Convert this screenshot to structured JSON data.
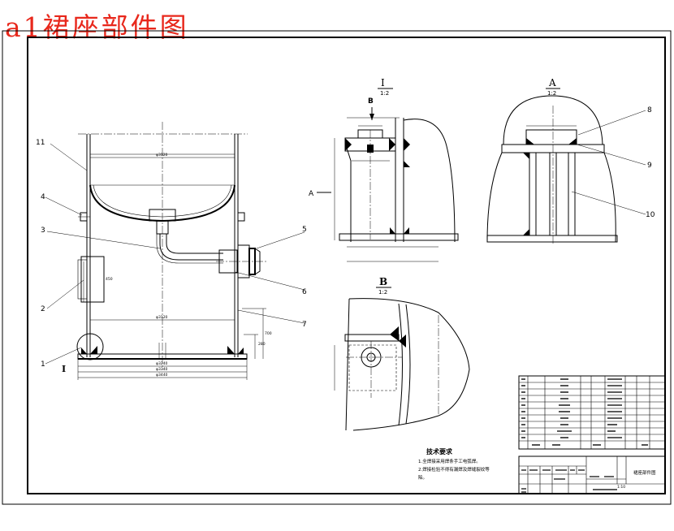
{
  "title": "a1裙座部件图",
  "views": {
    "section_1": {
      "label": "I",
      "scale": "1:2"
    },
    "view_a": {
      "label": "A",
      "scale": "1:2"
    },
    "view_b": {
      "label": "B",
      "scale": "1:2"
    },
    "arrow_b": "B",
    "arrow_a": "A",
    "detail_ref": "I"
  },
  "part_callouts": [
    "11",
    "4",
    "3",
    "2",
    "1",
    "5",
    "6",
    "7",
    "8",
    "9",
    "10"
  ],
  "tech_req": {
    "title": "技术要求",
    "lines": [
      "1.全焊接采用焊条手工电弧焊。",
      "2.焊接检验不得有漏焊及焊缝裂纹等",
      "陷。"
    ]
  },
  "title_block": {
    "drawing_name": "裙座部件图",
    "scale": "1:10"
  }
}
